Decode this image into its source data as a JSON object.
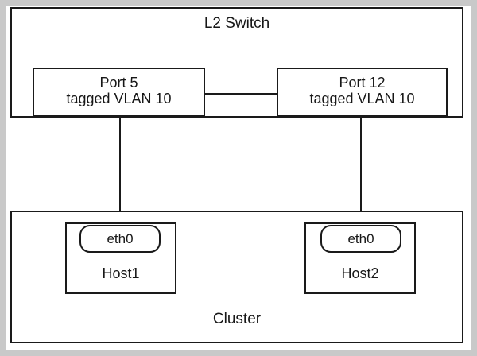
{
  "diagram": {
    "title": "L2 Switch / Cluster VLAN topology",
    "stroke_color": "#1a1a1a",
    "background_color": "#ffffff",
    "frame_color": "#c9c9c9"
  },
  "switch": {
    "title": "L2 Switch",
    "ports": [
      {
        "id": "port-5",
        "name": "Port 5",
        "vlan_line": "tagged VLAN 10",
        "port_number": 5,
        "vlan_id": 10,
        "tagging": "tagged"
      },
      {
        "id": "port-12",
        "name": "Port 12",
        "vlan_line": "tagged VLAN 10",
        "port_number": 12,
        "vlan_id": 10,
        "tagging": "tagged"
      }
    ]
  },
  "cluster": {
    "title": "Cluster",
    "hosts": [
      {
        "id": "host1",
        "name": "Host1",
        "nic": "eth0"
      },
      {
        "id": "host2",
        "name": "Host2",
        "nic": "eth0"
      }
    ]
  },
  "links": [
    {
      "from": "port-5",
      "to": "host1-eth0"
    },
    {
      "from": "port-12",
      "to": "host2-eth0"
    },
    {
      "from": "port-5",
      "to": "port-12"
    }
  ]
}
